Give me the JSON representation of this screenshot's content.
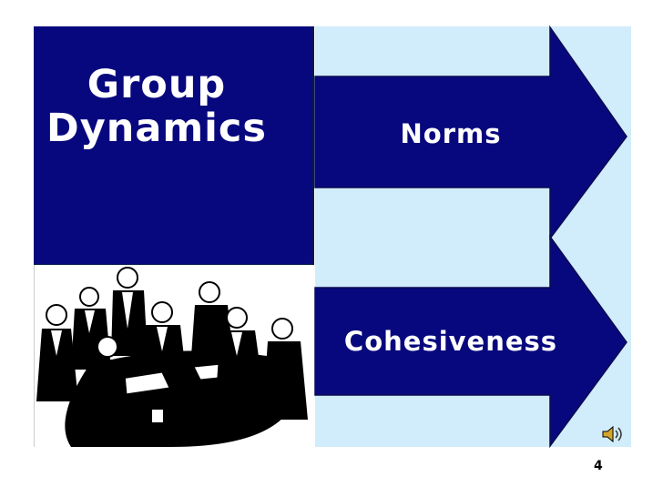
{
  "slide": {
    "title_line1": "Group",
    "title_line2": "Dynamics",
    "arrow_top_label": "Norms",
    "arrow_bottom_label": "Cohesiveness",
    "page_number": "4"
  },
  "icons": {
    "meeting": "meeting-clipart",
    "sound": "speaker-icon"
  },
  "colors": {
    "navy": "#08087e",
    "light_blue": "#d1ecfa",
    "white": "#ffffff"
  }
}
